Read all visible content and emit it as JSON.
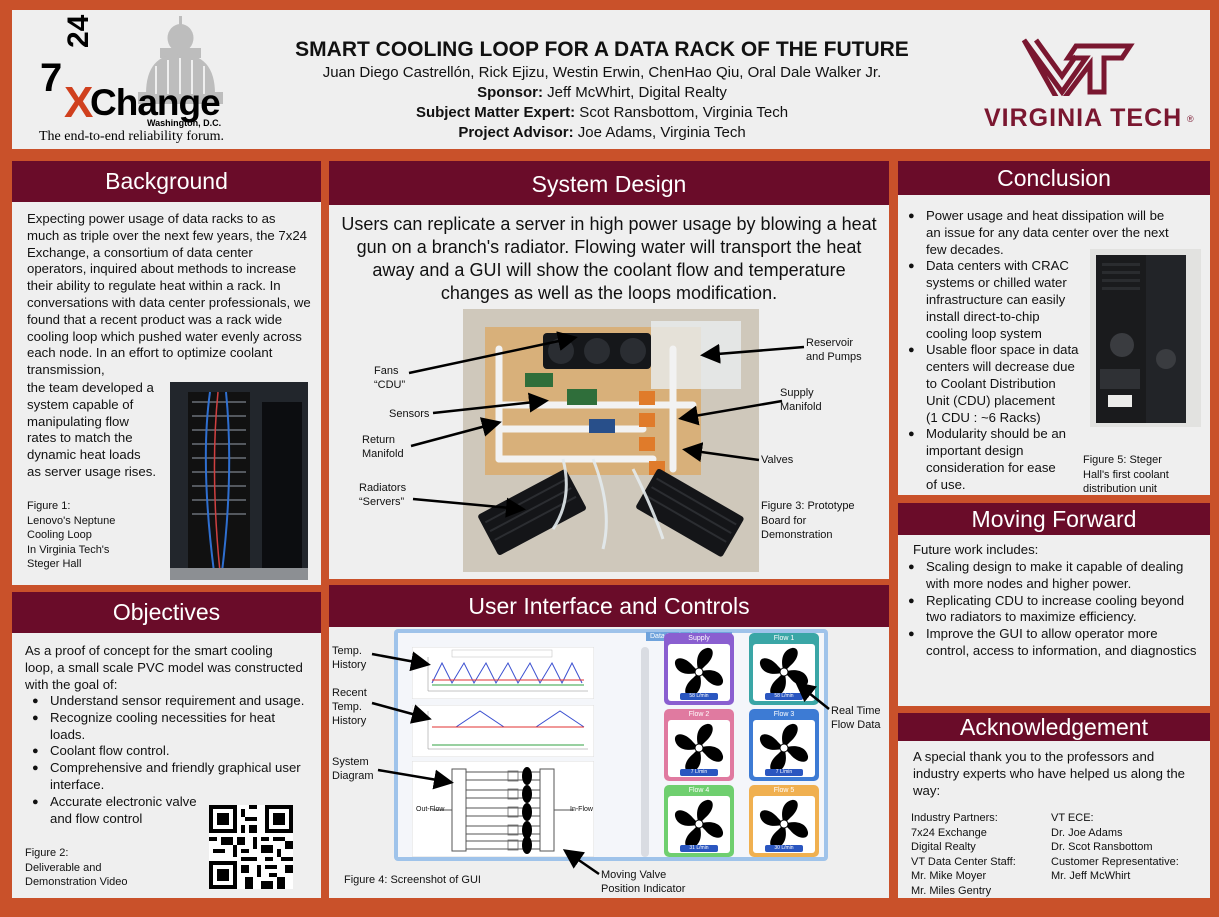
{
  "header": {
    "title": "SMART COOLING LOOP FOR A DATA RACK OF THE FUTURE",
    "authors": "Juan Diego Castrellón, Rick Ejizu, Westin Erwin, ChenHao Qiu, Oral Dale Walker Jr.",
    "sponsor_label": "Sponsor:",
    "sponsor": " Jeff McWhirt, Digital Realty",
    "sme_label": "Subject Matter Expert:",
    "sme": " Scot Ransbottom, Virginia Tech",
    "advisor_label": "Project Advisor:",
    "advisor": " Joe Adams, Virginia Tech",
    "logo_left": {
      "num": "7",
      "big": "24",
      "x": "X",
      "change": "Change",
      "city": "Washington, D.C.",
      "tagline": "The end-to-end reliability forum."
    },
    "logo_right": {
      "mark": "VT",
      "name": "VIRGINIA TECH",
      "reg": "®"
    }
  },
  "background": {
    "title": "Background",
    "text_top": "Expecting power usage of data racks to as much as triple over the next few years, the 7x24 Exchange, a consortium of data center operators, inquired about methods to increase their ability to regulate heat within a rack. In conversations with data center professionals, we found that a recent product was a rack wide cooling loop which pushed water evenly across each node. In an effort to optimize coolant transmission,",
    "text_side": [
      "the team developed a",
      "system capable of",
      "manipulating flow",
      "rates to match the",
      "dynamic heat loads",
      "as server usage rises."
    ],
    "figure_caption": [
      "Figure 1:",
      "Lenovo's Neptune",
      "Cooling Loop",
      "In Virginia Tech's",
      "Steger Hall"
    ]
  },
  "objectives": {
    "title": "Objectives",
    "intro": "As a proof of concept for the smart cooling loop, a small scale PVC model was constructed with the goal of:",
    "items": [
      "Understand sensor requirement and usage.",
      "Recognize cooling necessities for heat loads.",
      "Coolant flow control.",
      "Comprehensive and friendly graphical user interface.",
      "Accurate electronic valve and flow control"
    ],
    "figure_caption": [
      "Figure 2:",
      "Deliverable and",
      "Demonstration Video"
    ]
  },
  "system_design": {
    "title": "System Design",
    "intro": "Users can replicate a server in high power usage by blowing a heat gun on a branch's radiator. Flowing water will transport the heat away and a GUI will show the coolant flow and temperature changes as well as the loops modification.",
    "labels": {
      "fans": [
        "Fans",
        "“CDU”"
      ],
      "sensors": [
        "Sensors"
      ],
      "return": [
        "Return",
        "Manifold"
      ],
      "radiators": [
        "Radiators",
        "“Servers”"
      ],
      "reservoir": [
        "Reservoir",
        "and Pumps"
      ],
      "supply": [
        "Supply",
        "Manifold"
      ],
      "valves": [
        "Valves"
      ]
    },
    "figure_caption": [
      "Figure 3: Prototype",
      "Board for",
      "Demonstration"
    ]
  },
  "ui": {
    "title": "User Interface and Controls",
    "labels": {
      "temp_history": [
        "Temp.",
        "History"
      ],
      "recent": [
        "Recent",
        "Temp.",
        "History"
      ],
      "system": [
        "System",
        "Diagram"
      ],
      "realtime": [
        "Real Time",
        "Flow Data"
      ],
      "valve": [
        "Moving Valve",
        "Position Indicator"
      ]
    },
    "gui_title": "Data Rack Of The Future",
    "flows": [
      {
        "name": "Supply",
        "value": "58 L/min",
        "color": "#8a5fd0"
      },
      {
        "name": "Flow 1",
        "value": "58 L/min",
        "color": "#3aa6a6"
      },
      {
        "name": "Flow 2",
        "value": "7 L/min",
        "color": "#e07aa0"
      },
      {
        "name": "Flow 3",
        "value": "7 L/min",
        "color": "#3d7bd4"
      },
      {
        "name": "Flow 4",
        "value": "31 L/min",
        "color": "#6fcf6f"
      },
      {
        "name": "Flow 5",
        "value": "30 L/min",
        "color": "#f0b050"
      }
    ],
    "diagram": {
      "out": "Out-Flow",
      "in": "In-Flow"
    },
    "figure_caption": "Figure 4: Screenshot of GUI"
  },
  "conclusion": {
    "title": "Conclusion",
    "items": [
      [
        "Power usage and heat dissipation will be",
        "an issue for any data center over the next",
        "few decades."
      ],
      [
        "Data centers with CRAC",
        "systems or chilled water",
        "infrastructure can easily",
        "install direct-to-chip",
        "cooling loop system"
      ],
      [
        "Usable floor space in data",
        "centers will decrease due",
        "to Coolant Distribution",
        "Unit (CDU) placement",
        "(1 CDU : ~6 Racks)"
      ],
      [
        "Modularity should be an",
        "important design",
        "consideration for ease",
        "of use."
      ]
    ],
    "figure_caption": [
      "Figure 5: Steger",
      "Hall's first coolant",
      "distribution unit"
    ]
  },
  "moving_forward": {
    "title": "Moving Forward",
    "intro": "Future work includes:",
    "items": [
      "Scaling design to make it capable of dealing with more nodes and higher power.",
      "Replicating CDU to increase cooling beyond two radiators to maximize efficiency.",
      "Improve the GUI to allow operator more control, access to information, and diagnostics"
    ]
  },
  "acknowledgement": {
    "title": "Acknowledgement",
    "intro": "A special thank you to the professors and industry experts who have helped us along the way:",
    "left": [
      "Industry Partners:",
      "7x24 Exchange",
      "Digital Realty",
      "VT Data Center Staff:",
      "Mr. Mike Moyer",
      "Mr. Miles Gentry"
    ],
    "right": [
      "VT ECE:",
      "Dr. Joe Adams",
      "Dr. Scot Ransbottom",
      "Customer Representative:",
      "Mr. Jeff McWhirt"
    ]
  }
}
